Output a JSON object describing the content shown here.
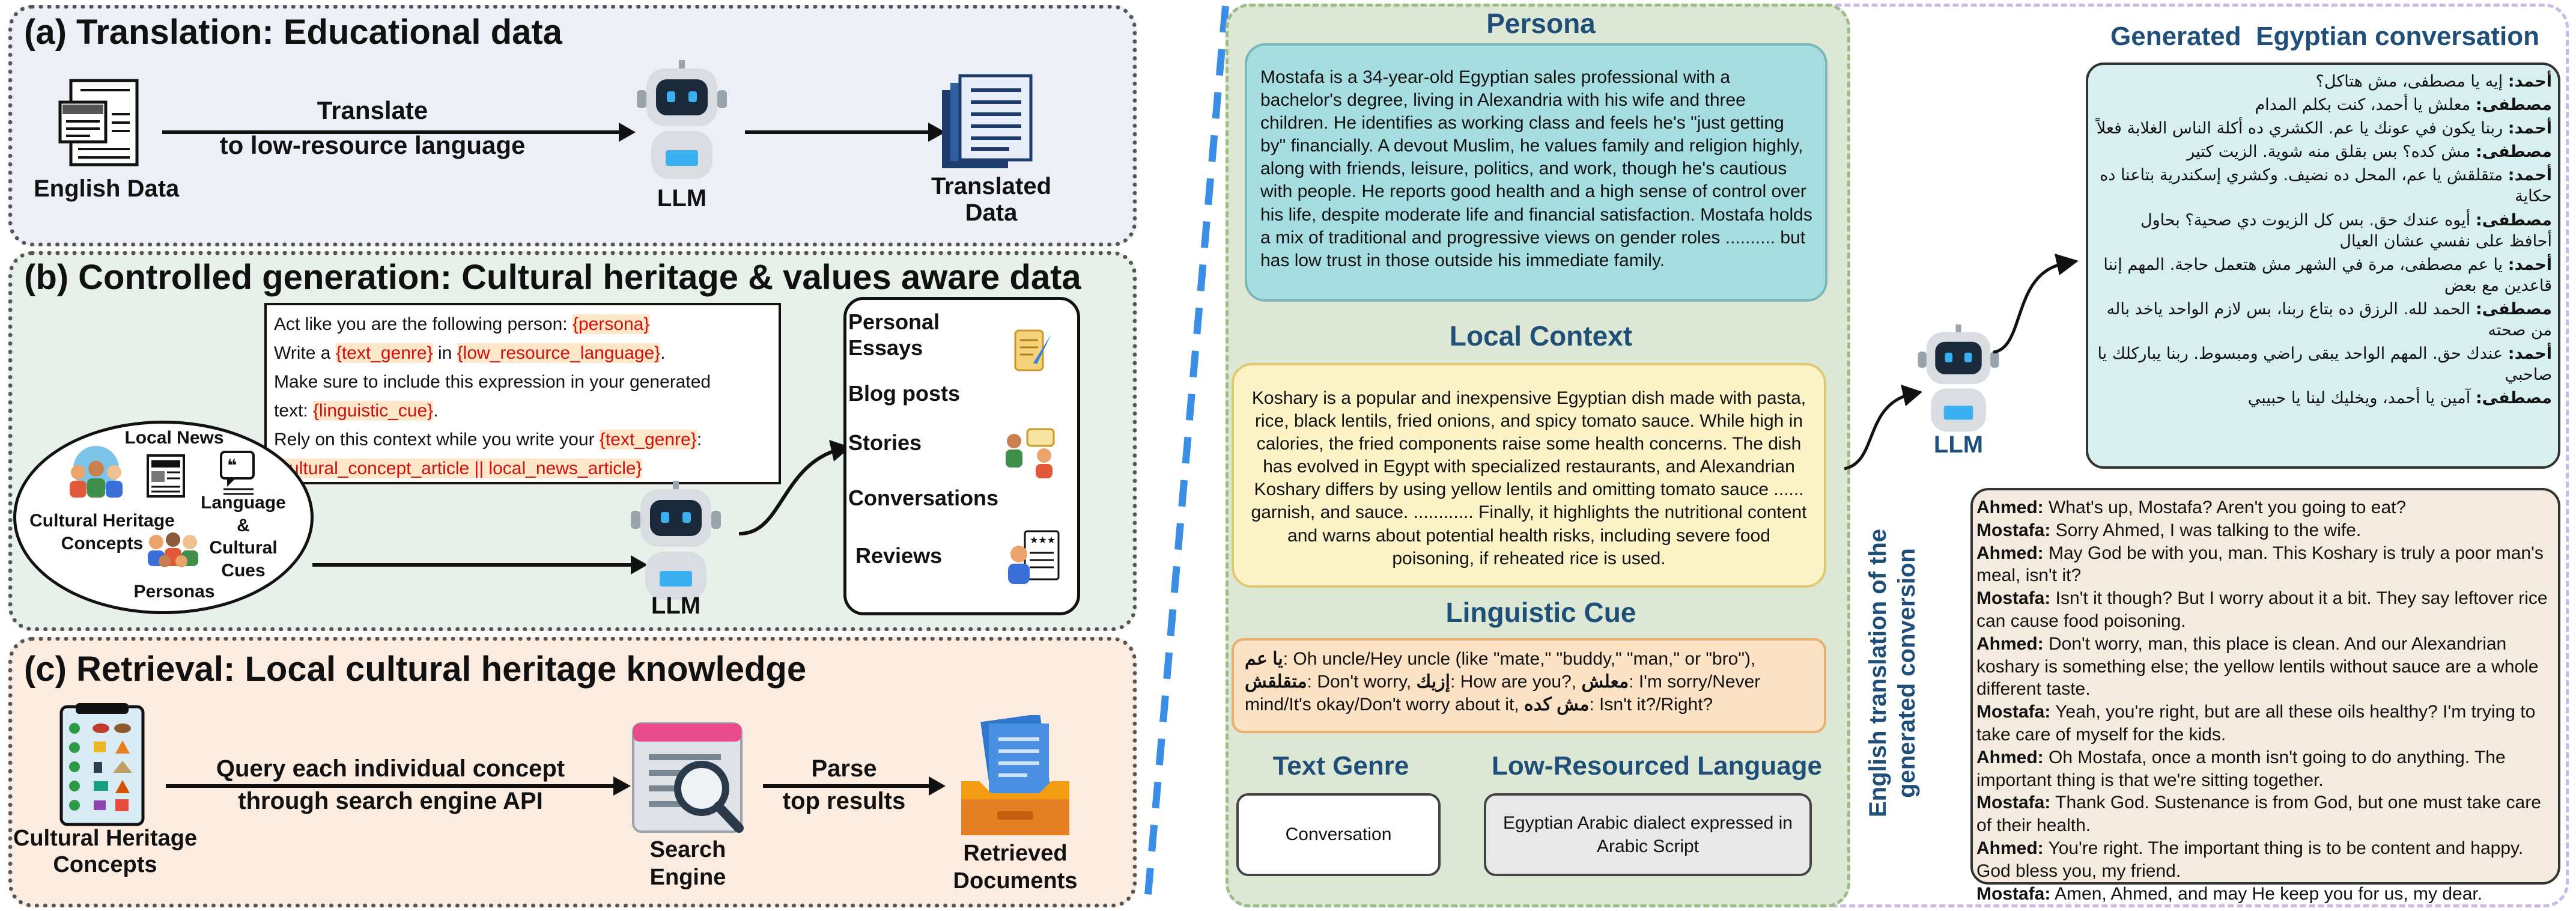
{
  "panel_a": {
    "title": "(a) Translation: Educational data",
    "input_label": "English Data",
    "arrow_label_1": "Translate",
    "arrow_label_2": "to low-resource language",
    "llm_label": "LLM",
    "output_label_1": "Translated",
    "output_label_2": "Data"
  },
  "panel_b": {
    "title": "(b) Controlled generation: Cultural heritage & values aware data",
    "prompt": {
      "l1_pre": "Act like you are the following person: ",
      "l1_var": "{persona}",
      "l2_pre": "Write a ",
      "l2_var1": "{text_genre}",
      "l2_mid": " in ",
      "l2_var2": "{low_resource_language}",
      "l2_post": ".",
      "l3": "Make sure to include this expression in your generated",
      "l4_pre": "text: ",
      "l4_var": "{linguistic_cue}",
      "l4_post": ".",
      "l5_pre": "Rely on this context while you write your ",
      "l5_var": "{text_genre}",
      "l5_post": ":",
      "l6_var": "{cultural_concept_article || local_news_article}"
    },
    "oval": {
      "local_news": "Local News",
      "cultural_heritage_1": "Cultural Heritage",
      "cultural_heritage_2": "Concepts",
      "language_1": "Language",
      "language_2": "&",
      "language_3": "Cultural",
      "language_4": "Cues",
      "personas": "Personas"
    },
    "llm_label": "LLM",
    "genres": {
      "g1a": "Personal",
      "g1b": "Essays",
      "g2": "Blog posts",
      "g3": "Stories",
      "g4": "Conversations",
      "g5": "Reviews"
    }
  },
  "panel_c": {
    "title": "(c) Retrieval: Local cultural heritage knowledge",
    "input_label_1": "Cultural Heritage",
    "input_label_2": "Concepts",
    "arrow1_1": "Query each individual concept",
    "arrow1_2": "through search engine API",
    "engine_1": "Search",
    "engine_2": "Engine",
    "arrow2_1": "Parse",
    "arrow2_2": "top results",
    "output_1": "Retrieved",
    "output_2": "Documents"
  },
  "right": {
    "persona_title": "Persona",
    "persona_text": "Mostafa is a 34-year-old Egyptian sales professional with a bachelor's degree, living in Alexandria with his wife and three children. He identifies as working class and feels he's \"just getting by\" financially. A devout Muslim, he values family and religion highly, along with friends, leisure, politics, and work, though he's cautious with people. He reports good health and a high sense of control over his life, despite moderate life and financial satisfaction. Mostafa holds a mix of traditional and progressive views on gender roles .......... but has low trust in those outside his immediate family.",
    "context_title": "Local Context",
    "context_text": "Koshary is a popular and inexpensive Egyptian dish made with pasta, rice, black lentils, fried onions, and spicy tomato sauce. While high in calories, the fried components raise some health concerns. The dish has evolved in Egypt with specialized restaurants, and Alexandrian Koshary differs by using yellow lentils and omitting tomato sauce ...... garnish, and sauce. ............ Finally, it highlights the nutritional content and warns about potential health risks, including severe food poisoning, if reheated rice is used.",
    "cue_title": "Linguistic Cue",
    "cue_line1_ar": "يا عم",
    "cue_line1_en": ": Oh uncle/Hey uncle (like \"mate,\" \"buddy,\" \"man,\" or \"bro\"),",
    "cue_line2_ar1": "متقلقش",
    "cue_line2_en1": ": Don't worry, ",
    "cue_line2_ar2": "إزيك",
    "cue_line2_en2": ": How are you?, ",
    "cue_line2_ar3": "معلش",
    "cue_line2_en3": ": I'm sorry/Never",
    "cue_line3_en1": "mind/It's okay/Don't worry about it, ",
    "cue_line3_ar": "مش كده",
    "cue_line3_en2": ": Isn't it?/Right?",
    "genre_title": "Text Genre",
    "genre_value": "Conversation",
    "lang_title": "Low-Resourced Language",
    "lang_value": "Egyptian Arabic dialect expressed in Arabic Script",
    "llm_label": "LLM",
    "generated_title": "Generated  Egyptian conversation",
    "arabic_lines": [
      "أحمد: إيه يا مصطفى، مش هتاكل؟",
      "مصطفى: معلش يا أحمد، كنت بكلم المدام",
      "أحمد: ربنا يكون في عونك يا عم. الكشري ده أكلة الناس الغلابة فعلاً",
      "مصطفى: مش كده؟ بس بقلق منه شوية. الزيت كتير",
      "أحمد: متقلقش يا عم، المحل ده نضيف. وكشري إسكندرية بتاعنا ده حكاية",
      "مصطفى: أيوه عندك حق. بس كل الزيوت دي صحية؟ بحاول أحافظ على نفسي عشان العيال",
      "أحمد: يا عم مصطفى، مرة في الشهر مش هتعمل حاجة. المهم إننا قاعدين مع بعض",
      "مصطفى: الحمد لله. الرزق ده بتاع ربنا، بس لازم الواحد ياخد باله من صحته",
      "أحمد: عندك حق. المهم الواحد يبقى راضي ومبسوط. ربنا يباركلك يا صاحبي",
      "مصطفى: آمين يا أحمد، ويخليك لينا يا حبيبي"
    ],
    "english_label_1": "English translation of the",
    "english_label_2": "generated conversion",
    "english_lines": [
      {
        "speaker": "Ahmed:",
        "text": " What's up, Mostafa? Aren't you going to eat?"
      },
      {
        "speaker": "Mostafa:",
        "text": " Sorry Ahmed, I was talking to the wife."
      },
      {
        "speaker": "Ahmed:",
        "text": " May God be with you, man. This Koshary is truly a poor man's meal, isn't it?"
      },
      {
        "speaker": "Mostafa:",
        "text": " Isn't it though? But I worry about it a bit. They say leftover rice can cause food poisoning."
      },
      {
        "speaker": "Ahmed:",
        "text": " Don't worry, man, this place is clean. And our Alexandrian koshary is something else; the yellow lentils without sauce are a whole different taste."
      },
      {
        "speaker": "Mostafa:",
        "text": " Yeah, you're right, but are all these oils healthy? I'm trying to take care of myself for the kids."
      },
      {
        "speaker": "Ahmed:",
        "text": " Oh Mostafa, once a month isn't going to do anything. The important thing is that we're sitting together."
      },
      {
        "speaker": "Mostafa:",
        "text": " Thank God. Sustenance is from God, but one must take care of their health."
      },
      {
        "speaker": "Ahmed:",
        "text": " You're right. The important thing is to be content and happy. God bless you, my friend."
      },
      {
        "speaker": "Mostafa:",
        "text": " Amen, Ahmed, and may He keep you for us, my dear."
      }
    ]
  }
}
